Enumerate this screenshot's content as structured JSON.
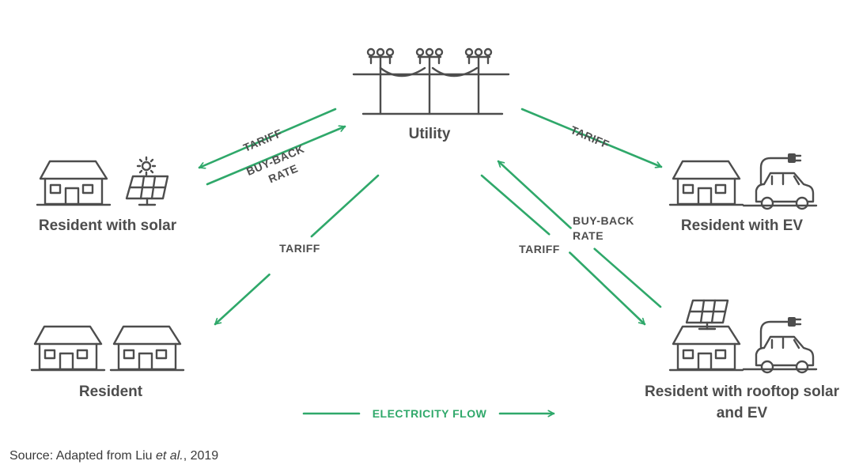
{
  "colors": {
    "flow": "#2fa86a",
    "icon": "#4d4d4d",
    "text": "#4d4d4d"
  },
  "nodes": {
    "utility": "Utility",
    "resident_solar": "Resident with solar",
    "resident_ev": "Resident with EV",
    "resident": "Resident",
    "resident_solar_ev_line1": "Resident with rooftop solar",
    "resident_solar_ev_line2": "and EV"
  },
  "flows": {
    "tariff": "TARIFF",
    "buyback_line1": "BUY-BACK",
    "buyback_line2": "RATE"
  },
  "legend": {
    "electricity_flow": "ELECTRICITY FLOW"
  },
  "source": {
    "prefix": "Source: Adapted from Liu ",
    "italic": "et al.",
    "suffix": ", 2019"
  },
  "icons": [
    "power-line-icon",
    "house-icon",
    "solar-panel-icon",
    "sun-icon",
    "car-icon",
    "ev-plug-icon"
  ]
}
